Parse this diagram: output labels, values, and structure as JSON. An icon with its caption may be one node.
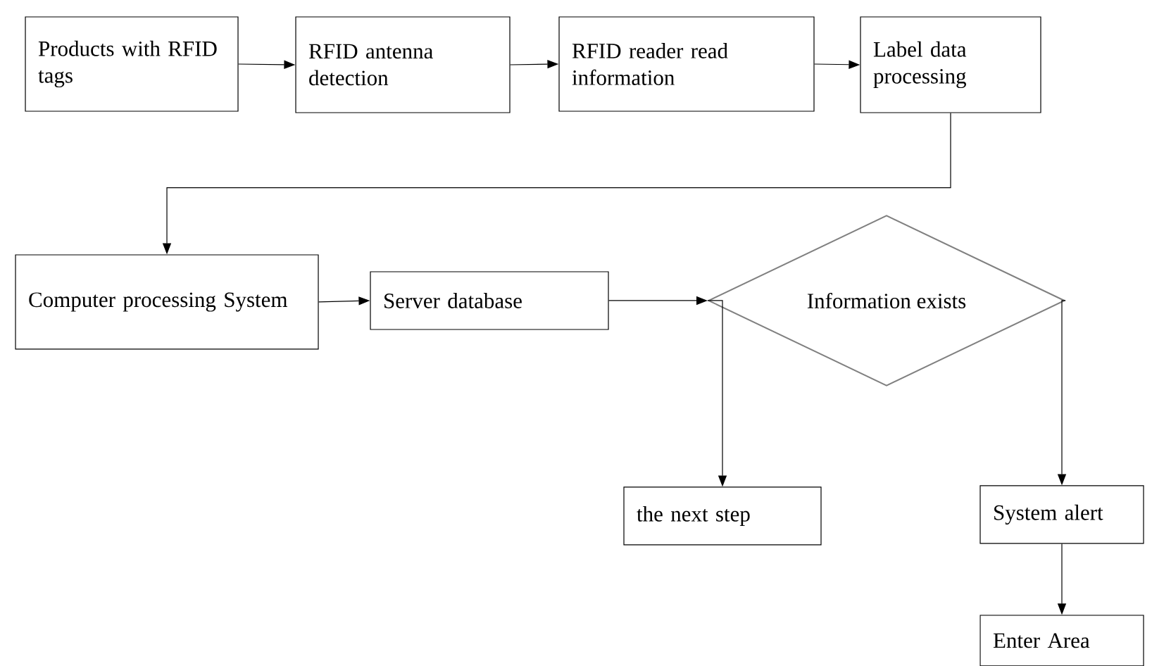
{
  "diagram": {
    "nodes": [
      {
        "text": [
          "Products with RFID tags"
        ]
      },
      {
        "text": [
          "RFID antenna detection"
        ]
      },
      {
        "text": [
          "RFID reader read information"
        ]
      },
      {
        "text": [
          "Label data processing"
        ]
      },
      {
        "text": [
          "Computer processing System"
        ]
      },
      {
        "text": [
          "Server database"
        ]
      },
      {
        "text": [
          "Information exists"
        ]
      },
      {
        "text": [
          "the next step"
        ]
      },
      {
        "text": [
          "System alert"
        ]
      },
      {
        "text": [
          "Enter Area"
        ]
      }
    ],
    "edges": [
      {
        "from": 0,
        "to": 1,
        "arrow": "to"
      },
      {
        "from": 1,
        "to": 2,
        "arrow": "to"
      },
      {
        "from": 2,
        "to": 3,
        "arrow": "to"
      },
      {
        "from": 3,
        "to": 4,
        "arrow": "to"
      },
      {
        "from": 4,
        "to": 5,
        "arrow": "to"
      },
      {
        "from": 5,
        "to": 6,
        "arrow": "to"
      },
      {
        "from": 6,
        "to": 7,
        "arrow": "to"
      },
      {
        "from": 6,
        "to": 8,
        "arrow": "to"
      },
      {
        "from": 8,
        "to": 9,
        "arrow": "to"
      }
    ]
  }
}
